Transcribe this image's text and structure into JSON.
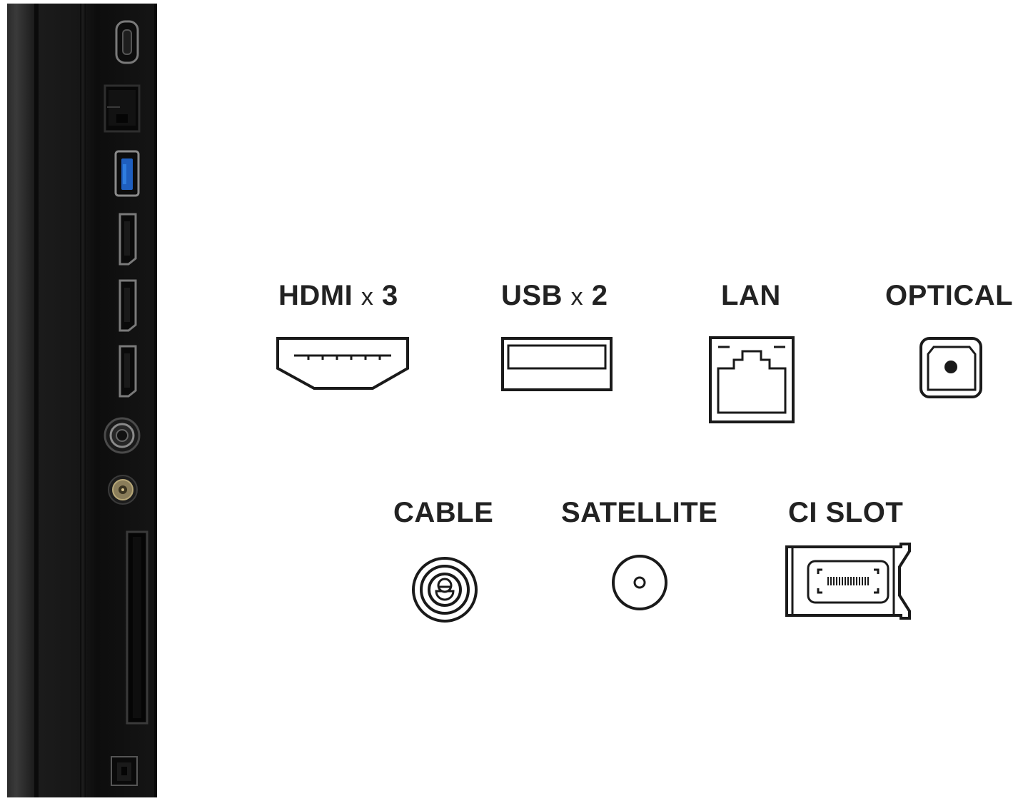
{
  "colors": {
    "panel_dark": "#151515",
    "panel_edge": "#2a2a2a",
    "icon_stroke": "#1a1a1a",
    "usb_blue": "#1f5fbf"
  },
  "tv_panel": {
    "ports": [
      {
        "icon": "usb-c-icon"
      },
      {
        "icon": "ethernet-icon"
      },
      {
        "icon": "usb-icon"
      },
      {
        "icon": "hdmi-icon"
      },
      {
        "icon": "hdmi-icon"
      },
      {
        "icon": "hdmi-icon"
      },
      {
        "icon": "coax-icon"
      },
      {
        "icon": "f-connector-icon"
      },
      {
        "icon": "ci-slot-icon"
      },
      {
        "icon": "optical-icon"
      }
    ]
  },
  "connectors": {
    "hdmi": {
      "name": "HDMI",
      "multiplier": "x",
      "count": "3",
      "icon": "hdmi-port-icon"
    },
    "usb": {
      "name": "USB",
      "multiplier": "x",
      "count": "2",
      "icon": "usb-port-icon"
    },
    "lan": {
      "name": "LAN",
      "icon": "lan-port-icon"
    },
    "optical": {
      "name": "OPTICAL",
      "icon": "optical-port-icon"
    },
    "cable": {
      "name": "CABLE",
      "icon": "cable-port-icon"
    },
    "satellite": {
      "name": "SATELLITE",
      "icon": "satellite-port-icon"
    },
    "ci_slot": {
      "name": "CI SLOT",
      "icon": "ci-slot-port-icon"
    }
  }
}
